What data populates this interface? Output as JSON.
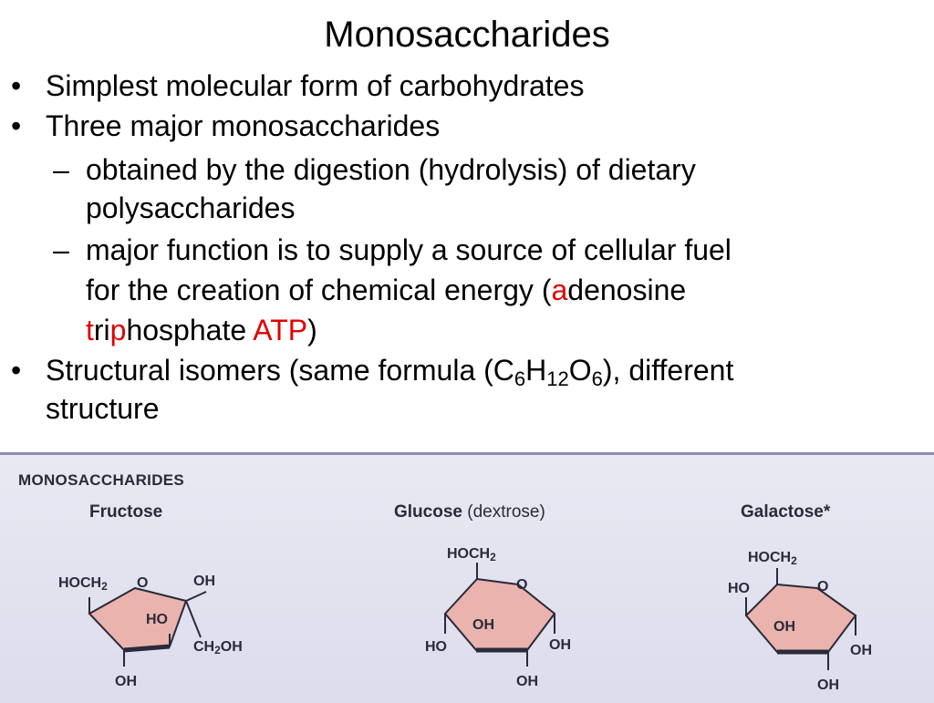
{
  "slide": {
    "title": "Monosaccharides",
    "bullets": {
      "b1": "Simplest molecular form of carbohydrates",
      "b2": "Three major monosaccharides",
      "b2_sub1_line1": "obtained by the digestion (hydrolysis) of dietary",
      "b2_sub1_line2": "polysaccharides",
      "b2_sub2_line1": "major function is to supply a source of cellular fuel",
      "b2_sub2_line2_pre": "for the creation of chemical energy (",
      "b2_sub2_line2_red": "a",
      "b2_sub2_line2_post": "denosine",
      "b2_sub2_line3_t": "t",
      "b2_sub2_line3_ri": "ri",
      "b2_sub2_line3_p": "p",
      "b2_sub2_line3_hosphate": "hosphate ",
      "b2_sub2_line3_atp": "ATP",
      "b2_sub2_line3_close": ")",
      "b3_pre": "Structural isomers (same formula (C",
      "b3_s1": "6",
      "b3_h": "H",
      "b3_s2": "12",
      "b3_o": "O",
      "b3_s3": "6",
      "b3_post": "), different",
      "b3_line2": "structure"
    },
    "bullet_mark": "•",
    "dash_mark": "–",
    "accent_color": "#e00000"
  },
  "figure": {
    "heading": "MONOSACCHARIDES",
    "fructose": {
      "name": "Fructose",
      "HOCH": "HOCH",
      "sub2": "2",
      "O": "O",
      "OH_top": "OH",
      "HO": "HO",
      "CH": "CH",
      "sub2b": "2",
      "OH_ch": "OH",
      "OH_bottom": "OH"
    },
    "glucose": {
      "name": "Glucose",
      "paren": "(dextrose)",
      "HOCH": "HOCH",
      "sub2": "2",
      "O": "O",
      "OH_mid": "OH",
      "HO": "HO",
      "OH_right": "OH",
      "OH_bottom": "OH"
    },
    "galactose": {
      "name": "Galactose*",
      "HOCH": "HOCH",
      "sub2": "2",
      "HO_top": "HO",
      "O": "O",
      "OH_mid": "OH",
      "OH_right": "OH",
      "OH_bottom": "OH"
    },
    "ring_fill": "#eab3ad",
    "ring_stroke": "#2a2a3a"
  }
}
